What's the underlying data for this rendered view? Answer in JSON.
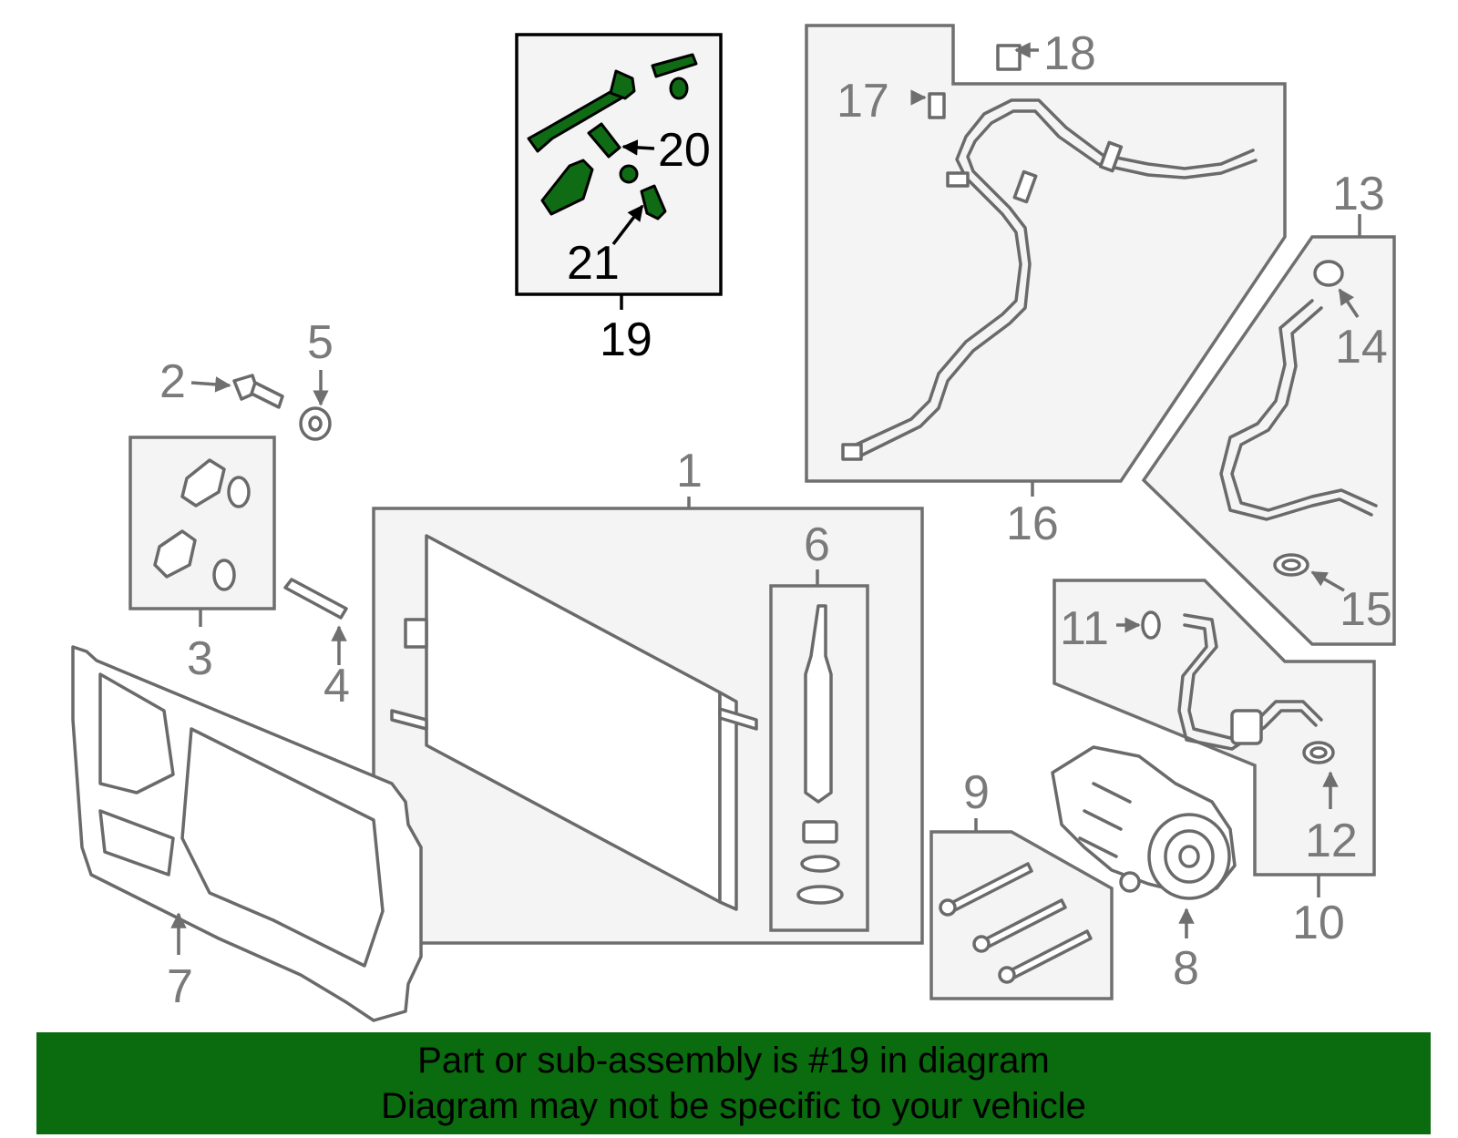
{
  "callouts": {
    "c1": "1",
    "c2": "2",
    "c3": "3",
    "c4": "4",
    "c5": "5",
    "c6": "6",
    "c7": "7",
    "c8": "8",
    "c9": "9",
    "c10": "10",
    "c11": "11",
    "c12": "12",
    "c13": "13",
    "c14": "14",
    "c15": "15",
    "c16": "16",
    "c17": "17",
    "c18": "18",
    "c19": "19",
    "c20": "20",
    "c21": "21"
  },
  "highlight": {
    "part_number": "19",
    "color": "#0f6b14"
  },
  "banner": {
    "line1": "Part or sub-assembly is #19 in diagram",
    "line2": "Diagram may not be specific to your vehicle",
    "background": "#0b6b0f"
  }
}
